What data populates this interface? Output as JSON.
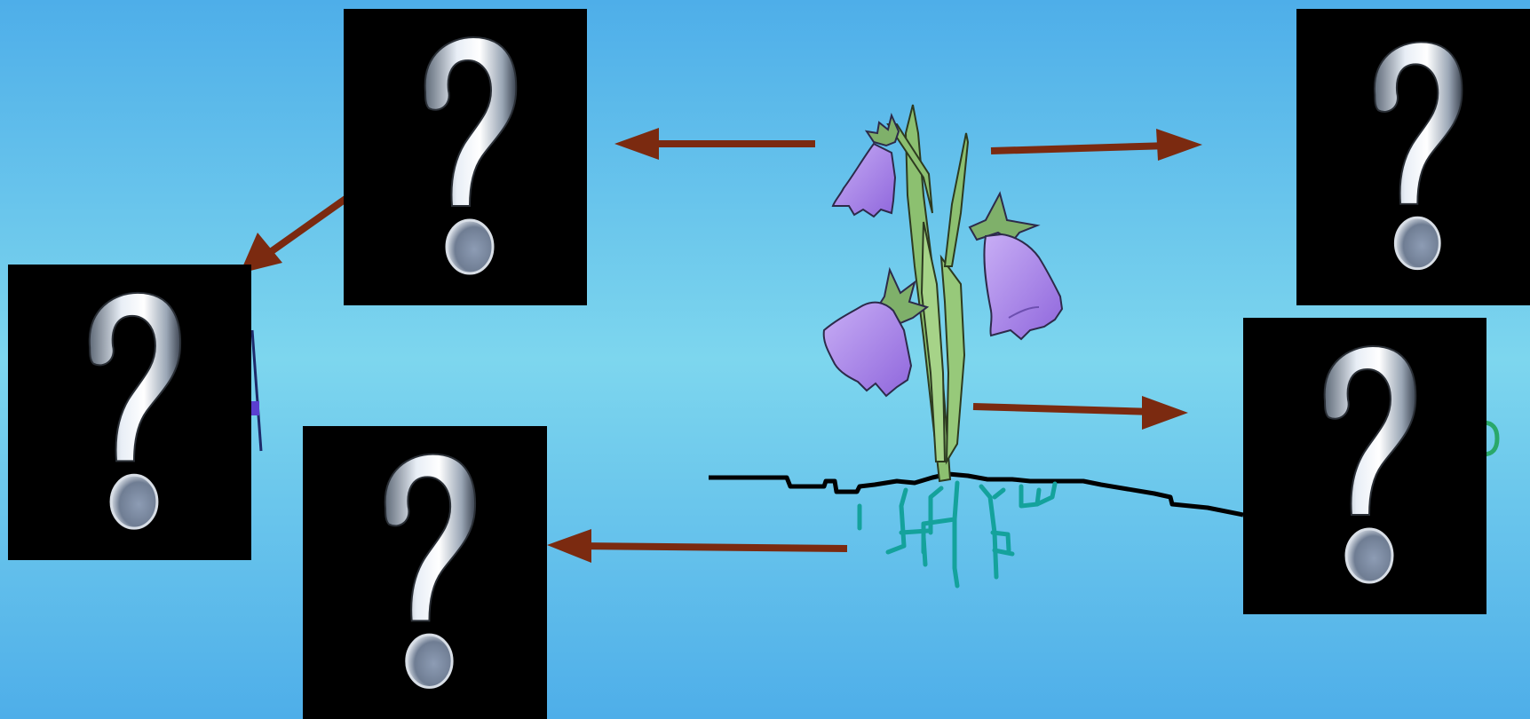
{
  "slide": {
    "background_top": "#4eaee9",
    "background_middle": "#79d3ec",
    "arrow_color": "#7b2a10",
    "plant": {
      "stem_color": "#8cc070",
      "flower_color": "#a77ee8",
      "root_color": "#14a29c",
      "ground_color": "#000000"
    },
    "mystery_cards": [
      {
        "id": "card-top-left",
        "icon": "question-mark-icon"
      },
      {
        "id": "card-left",
        "icon": "question-mark-icon"
      },
      {
        "id": "card-bottom-left",
        "icon": "question-mark-icon"
      },
      {
        "id": "card-top-right",
        "icon": "question-mark-icon"
      },
      {
        "id": "card-right",
        "icon": "question-mark-icon"
      }
    ]
  }
}
